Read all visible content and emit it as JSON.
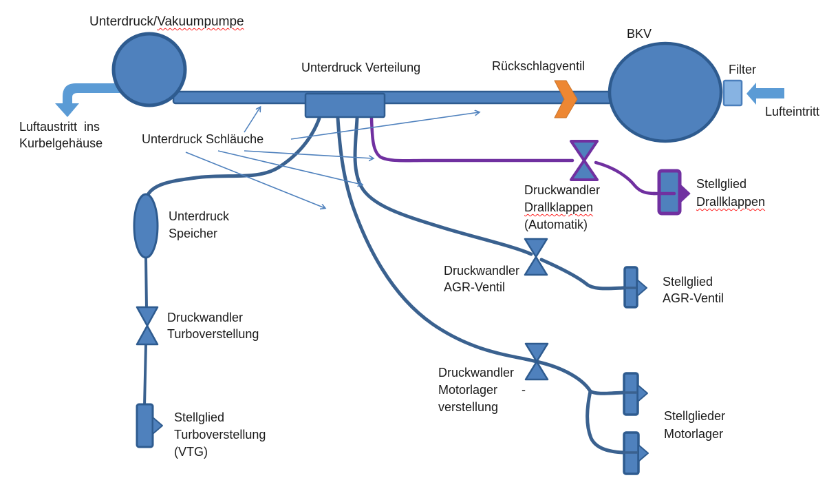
{
  "labels": {
    "title_plain": "Unterdruck/",
    "title_misspelled": "Vakuumpumpe",
    "air_out": "Luftaustritt  ins\nKurbelgehäuse",
    "hoses": "Unterdruck Schläuche",
    "distribution": "Unterdruck Verteilung",
    "check_valve": "Rückschlagventil",
    "bkv": "BKV",
    "filter": "Filter",
    "air_in": "Lufteintritt",
    "reservoir": "Unterdruck\nSpeicher",
    "dw_turbo": "Druckwandler\nTurboverstellung",
    "sg_turbo": "Stellglied\nTurboverstellung\n(VTG)",
    "dw_drall_1": "Druckwandler",
    "dw_drall_2": "Drallklappen",
    "dw_drall_3": "(Automatik)",
    "sg_drall_1": "Stellglied",
    "sg_drall_2": "Drallklappen",
    "dw_agr": "Druckwandler\nAGR-Ventil",
    "sg_agr": "Stellglied\nAGR-Ventil",
    "dw_motor": "Druckwandler\nMotorlager       -\nverstellung",
    "sg_motor": "Stellglieder\nMotorlager"
  },
  "colors": {
    "shape_fill": "#4F81BD",
    "shape_border": "#2E5B8F",
    "hose": "#3A618F",
    "purple": "#7030A0",
    "flow_arrow": "#5B9BD5",
    "orange": "#ED8733",
    "orange_border": "#C9732A",
    "filter_fill": "#87B3E2",
    "filter_border": "#4A7EBB",
    "annotation": "#4F81BD",
    "text": "#1A1A1A",
    "misspell": "#FF2222"
  }
}
